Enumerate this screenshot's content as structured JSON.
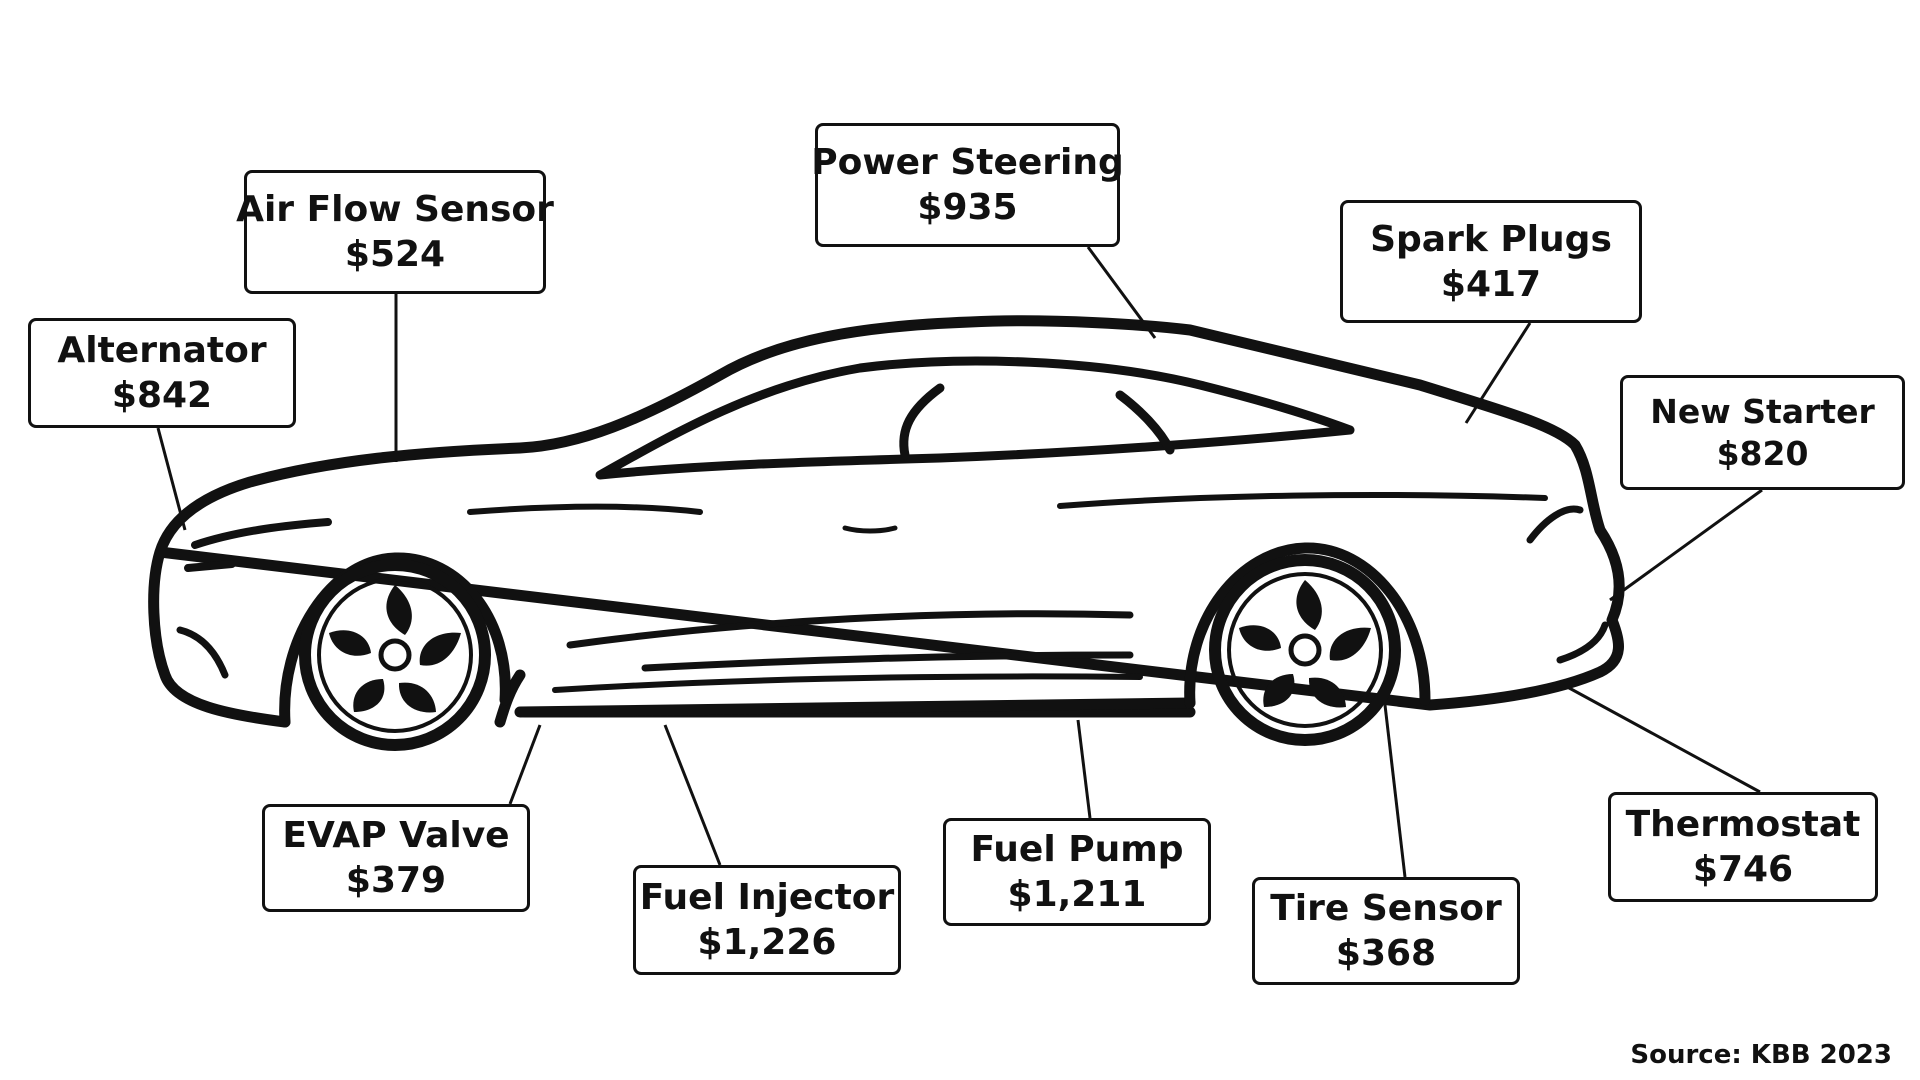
{
  "parts": [
    {
      "id": "alternator",
      "name": "Alternator",
      "price": "$842"
    },
    {
      "id": "airflow",
      "name": "Air Flow Sensor",
      "price": "$524"
    },
    {
      "id": "powersteering",
      "name": "Power Steering",
      "price": "$935"
    },
    {
      "id": "sparkplugs",
      "name": "Spark Plugs",
      "price": "$417"
    },
    {
      "id": "newstarter",
      "name": "New Starter",
      "price": "$820"
    },
    {
      "id": "thermostat",
      "name": "Thermostat",
      "price": "$746"
    },
    {
      "id": "tiresensor",
      "name": "Tire Sensor",
      "price": "$368"
    },
    {
      "id": "fuelpump",
      "name": "Fuel Pump",
      "price": "$1,211"
    },
    {
      "id": "fuelinjector",
      "name": "Fuel Injector",
      "price": "$1,226"
    },
    {
      "id": "evapvalve",
      "name": "EVAP Valve",
      "price": "$379"
    }
  ],
  "source": "Source: KBB 2023",
  "colors": {
    "ink": "#111111",
    "background": "#ffffff"
  },
  "illustration": "car-side-silhouette-icon"
}
